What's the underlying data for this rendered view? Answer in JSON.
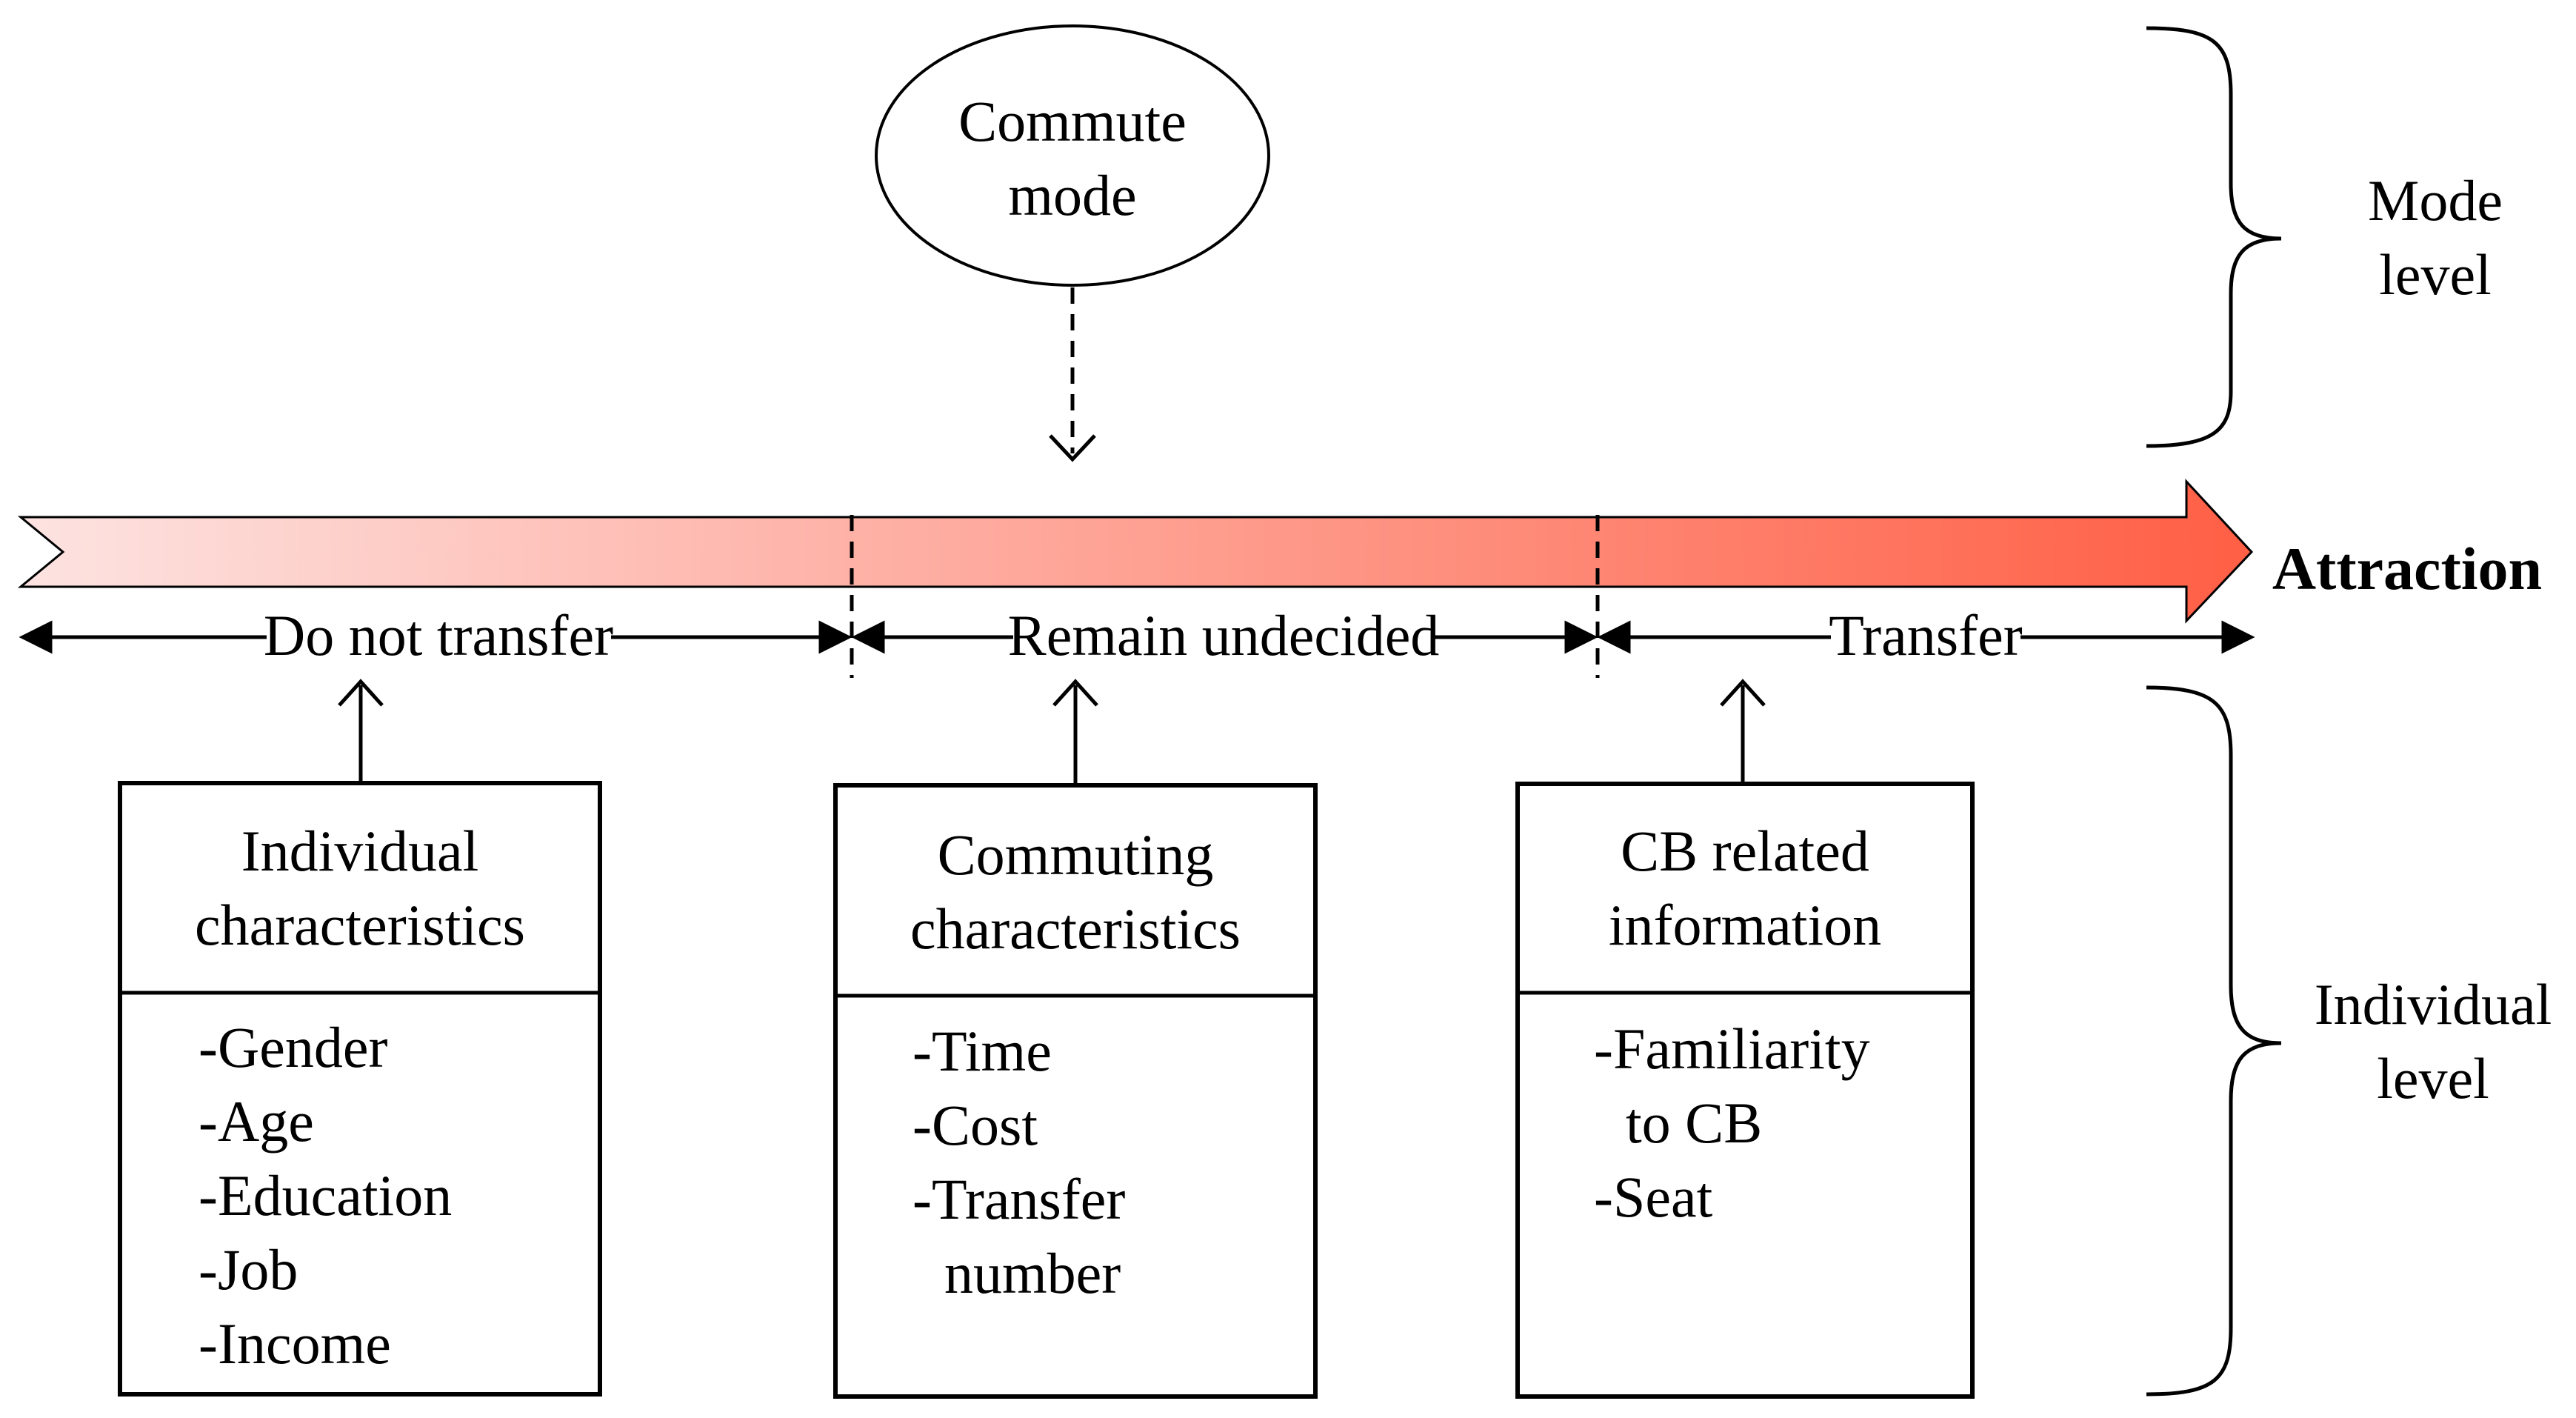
{
  "mode_node": {
    "line1": "Commute",
    "line2": "mode"
  },
  "levels": {
    "mode": {
      "line1": "Mode",
      "line2": "level"
    },
    "individual": {
      "line1": "Individual",
      "line2": "level"
    }
  },
  "axis": {
    "label": "Attraction",
    "segments": [
      "Do not transfer",
      "Remain undecided",
      "Transfer"
    ],
    "gradient_start": "#fde3e1",
    "gradient_end": "#ff5f45"
  },
  "boxes": [
    {
      "title_line1": "Individual",
      "title_line2": "characteristics",
      "items": [
        "-Gender",
        "-Age",
        "-Education",
        "-Job",
        "-Income"
      ]
    },
    {
      "title_line1": "Commuting",
      "title_line2": "characteristics",
      "items": [
        "-Time",
        "-Cost",
        "-Transfer",
        "number"
      ]
    },
    {
      "title_line1": "CB related",
      "title_line2": "information",
      "items": [
        "-Familiarity",
        "to CB",
        "-Seat"
      ]
    }
  ]
}
